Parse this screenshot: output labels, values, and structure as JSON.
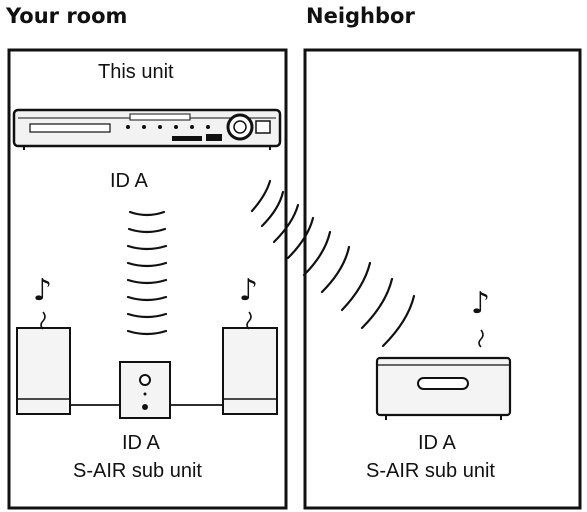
{
  "headings": {
    "your_room": "Your room",
    "neighbor": "Neighbor"
  },
  "your_room": {
    "main_unit_label": "This unit",
    "main_unit_id": "ID A",
    "sub_unit_id": "ID A",
    "sub_unit_name": "S-AIR sub unit"
  },
  "neighbor": {
    "sub_unit_id": "ID A",
    "sub_unit_name": "S-AIR sub unit"
  },
  "icons": {
    "music_note": "♪",
    "names": [
      "receiver-unit",
      "speaker-icon",
      "subwoofer-icon",
      "sub-unit-box",
      "music-note-icon",
      "wireless-wave-icon"
    ]
  }
}
